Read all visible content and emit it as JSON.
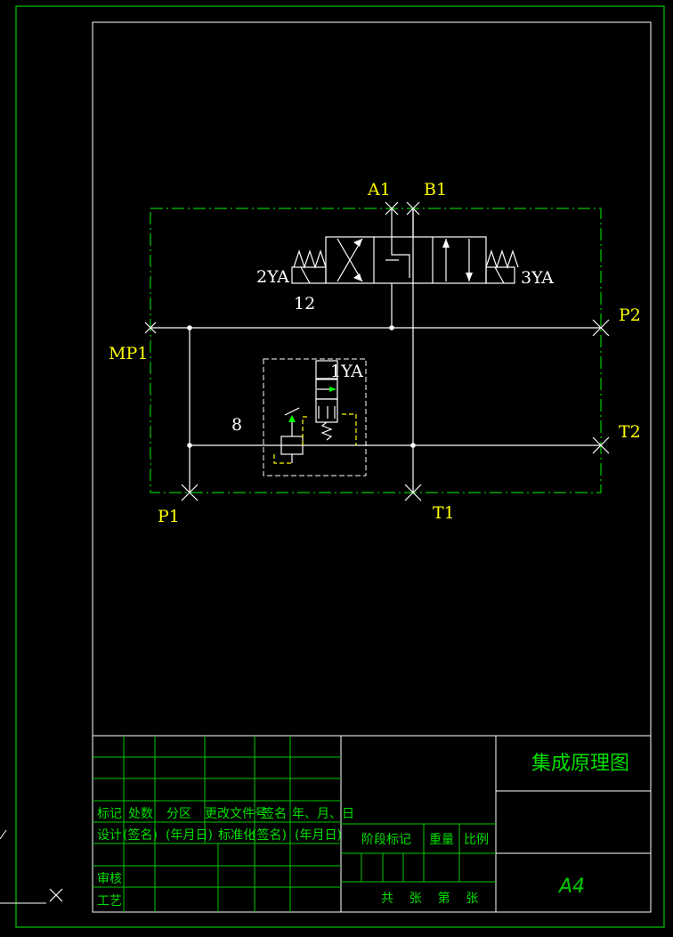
{
  "colors": {
    "background": "#000000",
    "frame": "#00c800",
    "line": "#ffffff",
    "label": "#ffff00",
    "boundary": "#00c800",
    "titleText": "#00e000"
  },
  "ports": {
    "a1": "A1",
    "b1": "B1",
    "p2": "P2",
    "t2": "T2",
    "mp1": "MP1",
    "p1": "P1",
    "t1": "T1"
  },
  "components": {
    "valve12_number": "12",
    "solenoid_left": "2YA",
    "solenoid_right": "3YA",
    "valve8_number": "8",
    "solenoid_1": "1YA"
  },
  "titleblock": {
    "drawing_name": "集成原理图",
    "sheet_size": "A4",
    "header_row": [
      "标记",
      "处数",
      "分区",
      "更改文件号",
      "签名",
      "年、月、日"
    ],
    "design_row": [
      "设计",
      "(签名)",
      "(年月日)",
      "标准化",
      "(签名)",
      "(年月日)"
    ],
    "review": "审核",
    "process": "工艺",
    "stage_mark": "阶段标记",
    "weight": "重量",
    "scale": "比例",
    "sheets": "共    张    第    张"
  }
}
